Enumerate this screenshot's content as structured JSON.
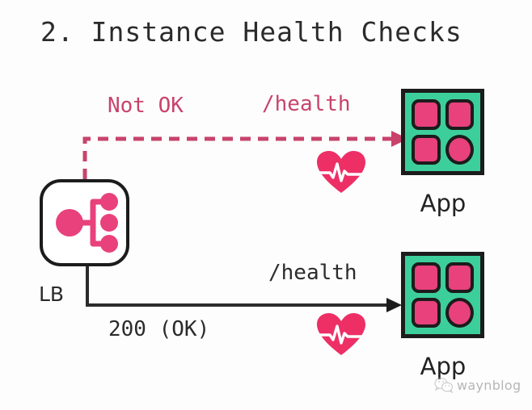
{
  "diagram": {
    "title": "2. Instance Health Checks",
    "colors": {
      "accent_pink": "#e8417b",
      "accent_green": "#3ccf9c",
      "rose_text": "#c8436c",
      "dark": "#1c1c1c",
      "background": "#fdfdfd"
    },
    "nodes": {
      "load_balancer": {
        "label": "LB",
        "icon": "load-balancer-icon"
      },
      "app_top": {
        "label": "App",
        "icon": "app-grid-icon"
      },
      "app_bottom": {
        "label": "App",
        "icon": "app-grid-icon"
      }
    },
    "flows": {
      "unhealthy": {
        "request_label": "/health",
        "response_label": "Not OK",
        "line_style": "dashed",
        "color": "#c8436c",
        "health_icon": "heart-pulse-icon"
      },
      "healthy": {
        "request_label": "/health",
        "response_label": "200 (OK)",
        "line_style": "solid",
        "color": "#1c1c1c",
        "health_icon": "heart-pulse-icon"
      }
    }
  },
  "watermark": {
    "text": "waynblog",
    "icon": "wechat-logo-icon"
  }
}
